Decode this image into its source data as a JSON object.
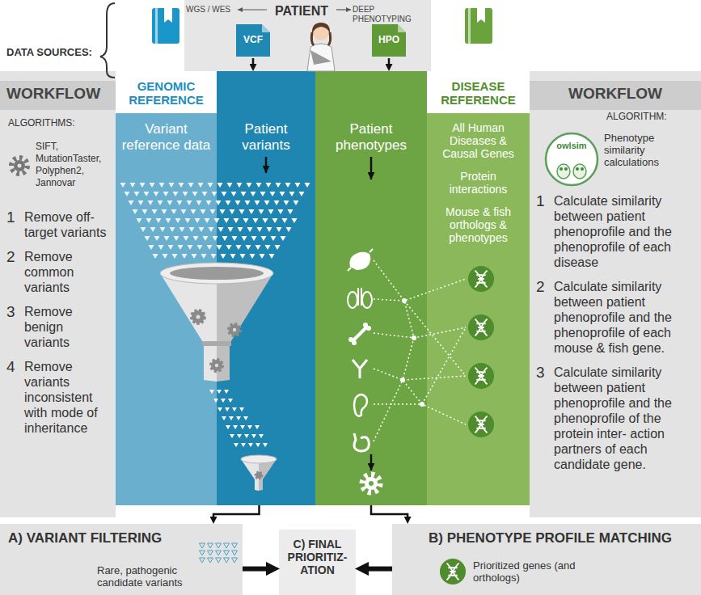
{
  "diagram": {
    "nodes": [
      {
        "text": [
          "PATIENT",
          "WGS / WES",
          "DEEP PHENOTYPING"
        ]
      },
      {
        "text": [
          "VCF"
        ],
        "in": 0
      },
      {
        "text": [
          "HPO"
        ],
        "in": 0
      },
      {
        "text": [
          "WORKFLOW",
          "ALGORITHMS:",
          "SIFT, MutationTaster, Polyphen2, Jannovar"
        ]
      },
      {
        "text": [
          "1",
          "Remove off-target variants"
        ],
        "in": 3
      },
      {
        "text": [
          "2",
          "Remove common variants"
        ],
        "in": 3
      },
      {
        "text": [
          "3",
          "Remove benign variants"
        ],
        "in": 3
      },
      {
        "text": [
          "4",
          "Remove variants inconsistent with mode of inheritance"
        ],
        "in": 3
      },
      {
        "text": [
          "GENOMIC REFERENCE",
          "Variant reference data"
        ]
      },
      {
        "text": [
          "Patient variants"
        ]
      },
      {
        "text": [
          "Patient phenotypes"
        ]
      },
      {
        "text": [
          "DISEASE REFERENCE",
          "All Human Diseases & Causal Genes",
          "Protein interactions",
          "Mouse & fish orthologs & phenotypes"
        ]
      },
      {
        "text": [
          "WORKFLOW",
          "ALGORITHM:",
          "owlsim",
          "Phenotype similarity calculations"
        ]
      },
      {
        "text": [
          "1",
          "Calculate similarity between patient phenoprofile and the phenoprofile of each disease"
        ],
        "in": 12
      },
      {
        "text": [
          "2",
          "Calculate similarity between patient phenoprofile and the phenoprofile of each mouse & fish gene."
        ],
        "in": 12
      },
      {
        "text": [
          "3",
          "Calculate similarity between patient phenoprofile and the phenoprofile of the protein inter- action partners of each candidate gene."
        ],
        "in": 12
      },
      {
        "text": [
          "A) VARIANT FILTERING",
          "Rare, pathogenic candidate variants"
        ]
      },
      {
        "text": [
          "C) FINAL PRIORITIZ- ATION"
        ]
      },
      {
        "text": [
          "B) PHENOTYPE PROFILE MATCHING",
          "Prioritized genes (and orthologs)"
        ]
      }
    ],
    "edges": [
      {
        "from": 1,
        "to": 9,
        "arrow": "to"
      },
      {
        "from": 2,
        "to": 10,
        "arrow": "to"
      },
      {
        "from": 9,
        "to": 16,
        "arrow": "to"
      },
      {
        "from": 10,
        "to": 18,
        "arrow": "to"
      },
      {
        "from": 16,
        "to": 17,
        "arrow": "to"
      },
      {
        "from": 18,
        "to": 17,
        "arrow": "to"
      }
    ],
    "labels": [
      "DATA SOURCES:"
    ]
  }
}
